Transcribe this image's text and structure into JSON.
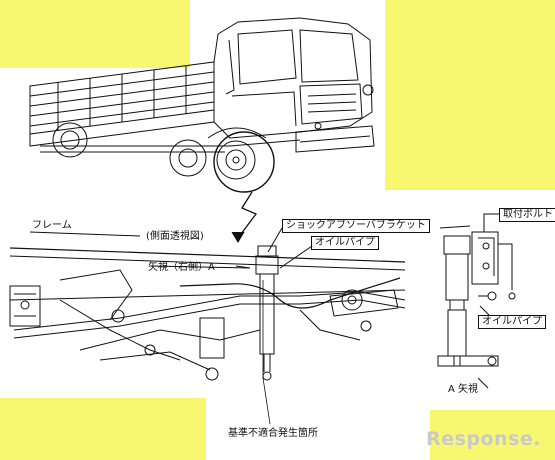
{
  "colors": {
    "highlight": "#f8f870",
    "line": "#111111",
    "watermark": "#c8c8c8"
  },
  "labels": {
    "frame": "フレーム",
    "side_view": "(側面透視図)",
    "shock_bracket": "ショックアブソーバブラケット",
    "oil_pipe": "オイルパイプ",
    "arrow_view_right": "矢視（右側）A",
    "mount_bolt": "取付ボルト",
    "oil_pipe_detail": "オイルパイプ",
    "a_view": "A 矢視",
    "defect_location": "基準不適合発生箇所"
  },
  "watermark": {
    "text": "Response."
  }
}
